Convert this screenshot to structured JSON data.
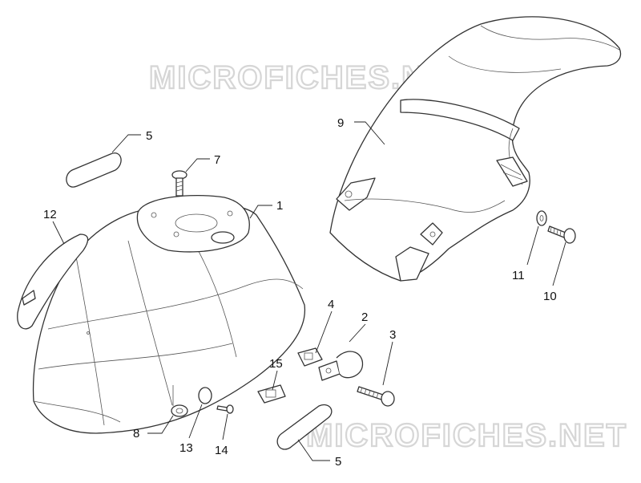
{
  "watermark": "MICROFICHES.NET",
  "colors": {
    "line": "#333333",
    "watermark": "#d6d6d6",
    "background": "#ffffff"
  },
  "callouts": {
    "part_1": "1",
    "part_2": "2",
    "part_3": "3",
    "part_4": "4",
    "part_5_top": "5",
    "part_5_bottom": "5",
    "part_7": "7",
    "part_8": "8",
    "part_9": "9",
    "part_10": "10",
    "part_11": "11",
    "part_12": "12",
    "part_13": "13",
    "part_14": "14",
    "part_15": "15"
  }
}
